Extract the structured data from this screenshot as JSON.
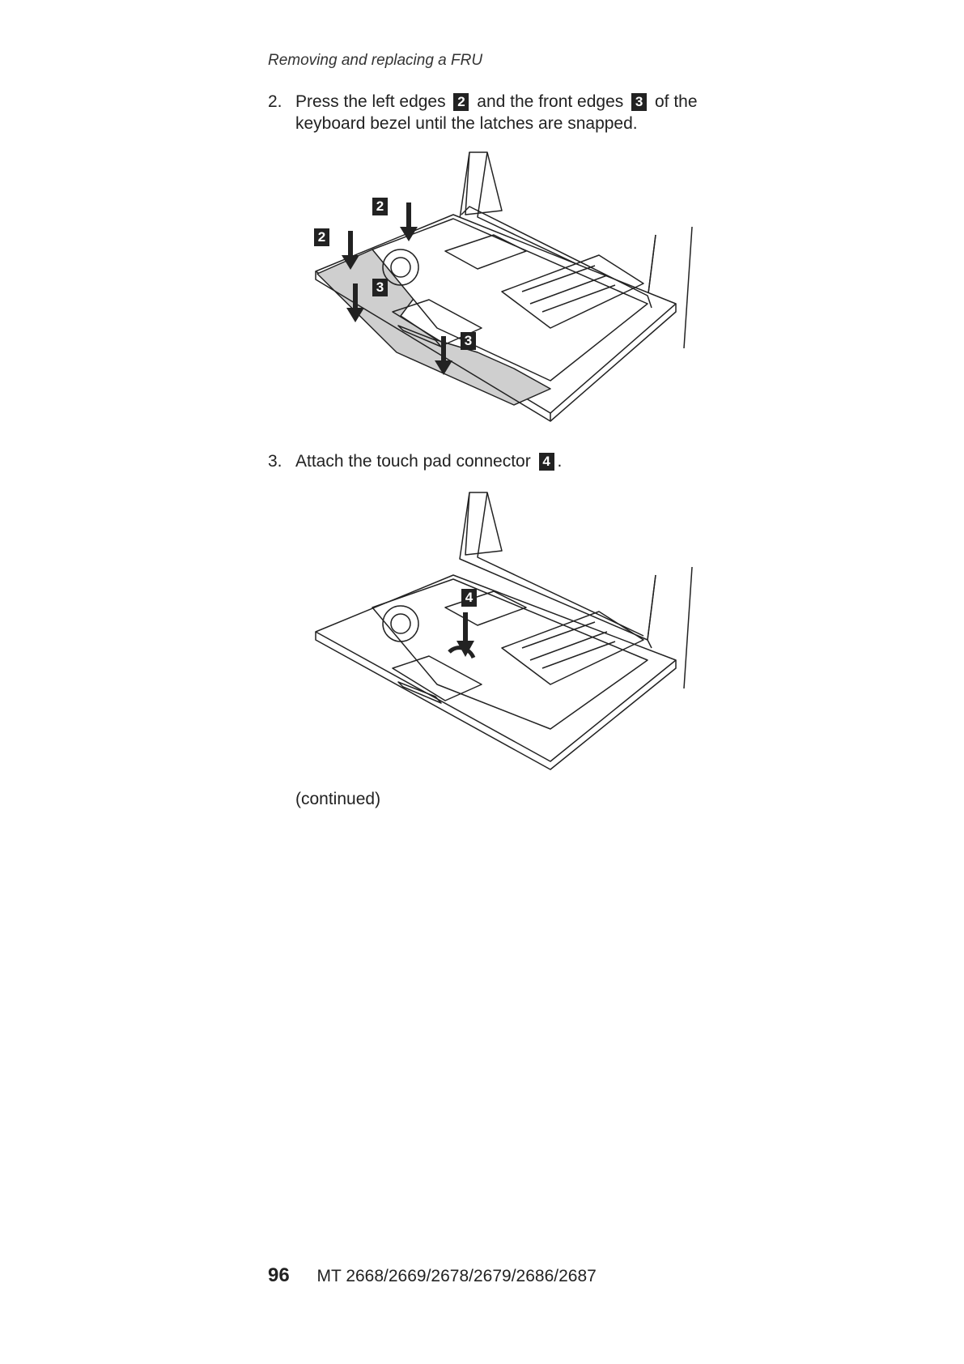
{
  "header": {
    "title": "Removing and replacing a FRU"
  },
  "step2": {
    "number": "2.",
    "text_a": "Press the left edges",
    "callout_a": "2",
    "text_b": "and the front edges",
    "callout_b": "3",
    "text_c": "of the keyboard bezel until the latches are snapped."
  },
  "figure1": {
    "callouts": [
      "2",
      "2",
      "3",
      "3"
    ]
  },
  "step3": {
    "number": "3.",
    "text_a": "Attach the touch pad connector",
    "callout": "4",
    "text_b": "."
  },
  "figure2": {
    "callouts": [
      "4"
    ]
  },
  "continued": "(continued)",
  "footer": {
    "page_number": "96",
    "model": "MT 2668/2669/2678/2679/2686/2687"
  }
}
